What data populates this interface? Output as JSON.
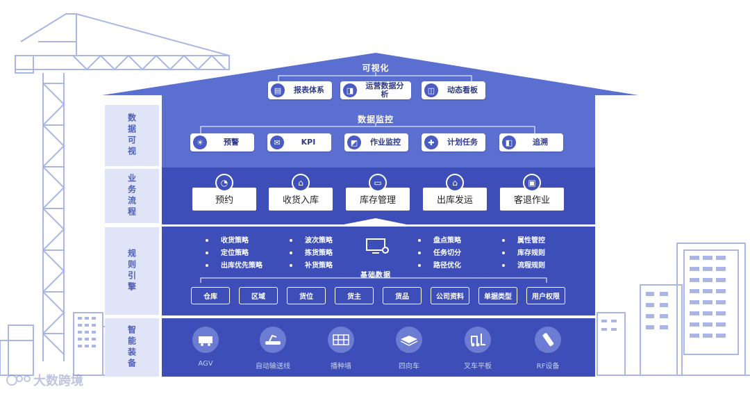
{
  "roof": {
    "title": "可视化",
    "items": [
      {
        "label": "报表体系",
        "icon": "report-icon"
      },
      {
        "label": "运营数据分析",
        "icon": "analytics-icon"
      },
      {
        "label": "动态看板",
        "icon": "dashboard-icon"
      }
    ]
  },
  "sidebar": [
    {
      "label": "数据可视"
    },
    {
      "label": "业务流程"
    },
    {
      "label": "规则引擎"
    },
    {
      "label": "智能装备"
    }
  ],
  "monitor": {
    "title": "数据监控",
    "items": [
      {
        "label": "预警",
        "icon": "bulb-icon"
      },
      {
        "label": "KPI",
        "icon": "kpi-icon"
      },
      {
        "label": "作业监控",
        "icon": "monitor-chart-icon"
      },
      {
        "label": "计划任务",
        "icon": "puzzle-icon"
      },
      {
        "label": "追溯",
        "icon": "trace-icon"
      }
    ]
  },
  "process": {
    "items": [
      {
        "label": "预约",
        "icon": "gauge-icon"
      },
      {
        "label": "收货入库",
        "icon": "warehouse-icon"
      },
      {
        "label": "库存管理",
        "icon": "laptop-icon"
      },
      {
        "label": "出库发运",
        "icon": "truck-icon"
      },
      {
        "label": "客退作业",
        "icon": "return-box-icon"
      }
    ]
  },
  "rules": {
    "columns": [
      [
        "收货策略",
        "定位策略",
        "出库优先策略"
      ],
      [
        "波次策略",
        "拣货策略",
        "补货策略"
      ],
      [
        "盘点策略",
        "任务切分",
        "路径优化"
      ],
      [
        "属性管控",
        "库存规则",
        "流程规则"
      ]
    ],
    "center_icon": "monitor-gear-icon",
    "base_title": "基础数据",
    "base_items": [
      "仓库",
      "区域",
      "货位",
      "货主",
      "货品",
      "公司资料",
      "单据类型",
      "用户权限"
    ]
  },
  "equipment": {
    "items": [
      {
        "label": "AGV",
        "icon": "agv-icon"
      },
      {
        "label": "自动输送线",
        "icon": "conveyor-icon"
      },
      {
        "label": "播种墙",
        "icon": "seeding-wall-icon"
      },
      {
        "label": "四向车",
        "icon": "shuttle-icon"
      },
      {
        "label": "叉车平板",
        "icon": "forklift-icon"
      },
      {
        "label": "RF设备",
        "icon": "rf-scanner-icon"
      }
    ]
  },
  "watermark": "大数跨境",
  "colors": {
    "roof": "#5b6fd0",
    "band": "#3d4eb9",
    "sidebar": "#dfe5f7",
    "outline": "#a9b6e6"
  }
}
